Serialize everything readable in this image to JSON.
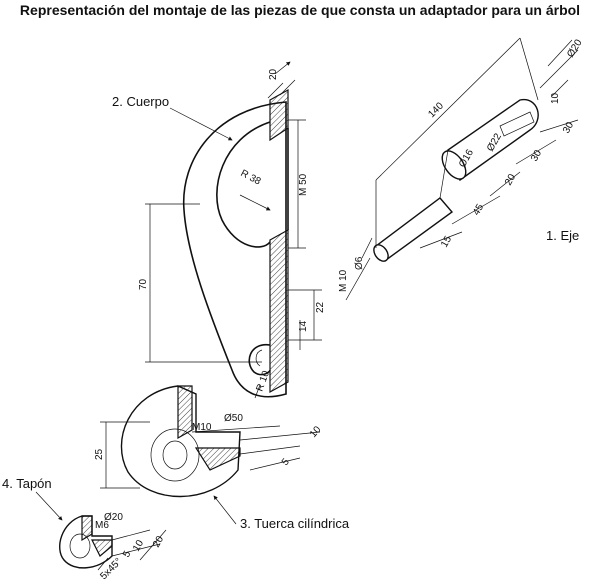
{
  "title": "Representación del montaje de las piezas de que consta un adaptador para un árbol",
  "parts": {
    "eje": "1. Eje",
    "cuerpo": "2. Cuerpo",
    "tuerca": "3. Tuerca cilíndrica",
    "tapon": "4. Tapón"
  },
  "dimensions": {
    "eje_140": "140",
    "eje_d20": "Ø20",
    "eje_10": "10",
    "eje_30a": "30",
    "eje_30b": "30",
    "eje_d22": "Ø22",
    "eje_d16": "Ø16",
    "eje_20": "20",
    "eje_45": "45",
    "eje_15": "15",
    "eje_d6": "Ø6",
    "eje_m10": "M 10",
    "cuerpo_20": "20",
    "cuerpo_r38": "R 38",
    "cuerpo_m50": "M 50",
    "cuerpo_70": "70",
    "cuerpo_22": "22",
    "cuerpo_14": "14",
    "cuerpo_r10": "R 10",
    "tuerca_m10": "M10",
    "tuerca_d50": "Ø50",
    "tuerca_10": "10",
    "tuerca_25": "25",
    "tuerca_5": "5",
    "tapon_d20": "Ø20",
    "tapon_m6": "M6",
    "tapon_10": "10",
    "tapon_5": "5",
    "tapon_20": "20",
    "tapon_chamfer": "5x45°"
  }
}
